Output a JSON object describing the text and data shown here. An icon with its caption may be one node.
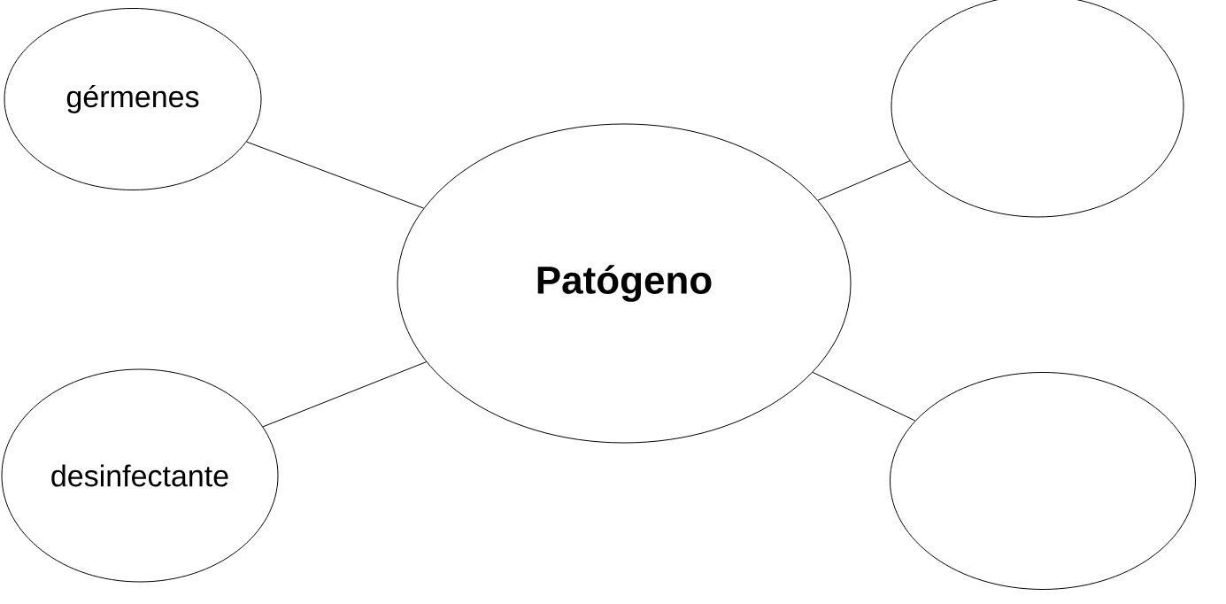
{
  "diagram": {
    "nodes": [
      {
        "text": [
          "gérmenes"
        ]
      },
      {
        "text": [],
        "shape": "ellipse"
      },
      {
        "text": [
          "Patógeno"
        ]
      },
      {
        "text": [
          "desinfectante"
        ]
      },
      {
        "text": [],
        "shape": "ellipse"
      }
    ],
    "edges": [
      {
        "from": 2,
        "to": 0,
        "arrow": "none"
      },
      {
        "from": 2,
        "to": 1,
        "arrow": "none"
      },
      {
        "from": 2,
        "to": 3,
        "arrow": "none"
      },
      {
        "from": 2,
        "to": 4,
        "arrow": "none"
      }
    ]
  }
}
